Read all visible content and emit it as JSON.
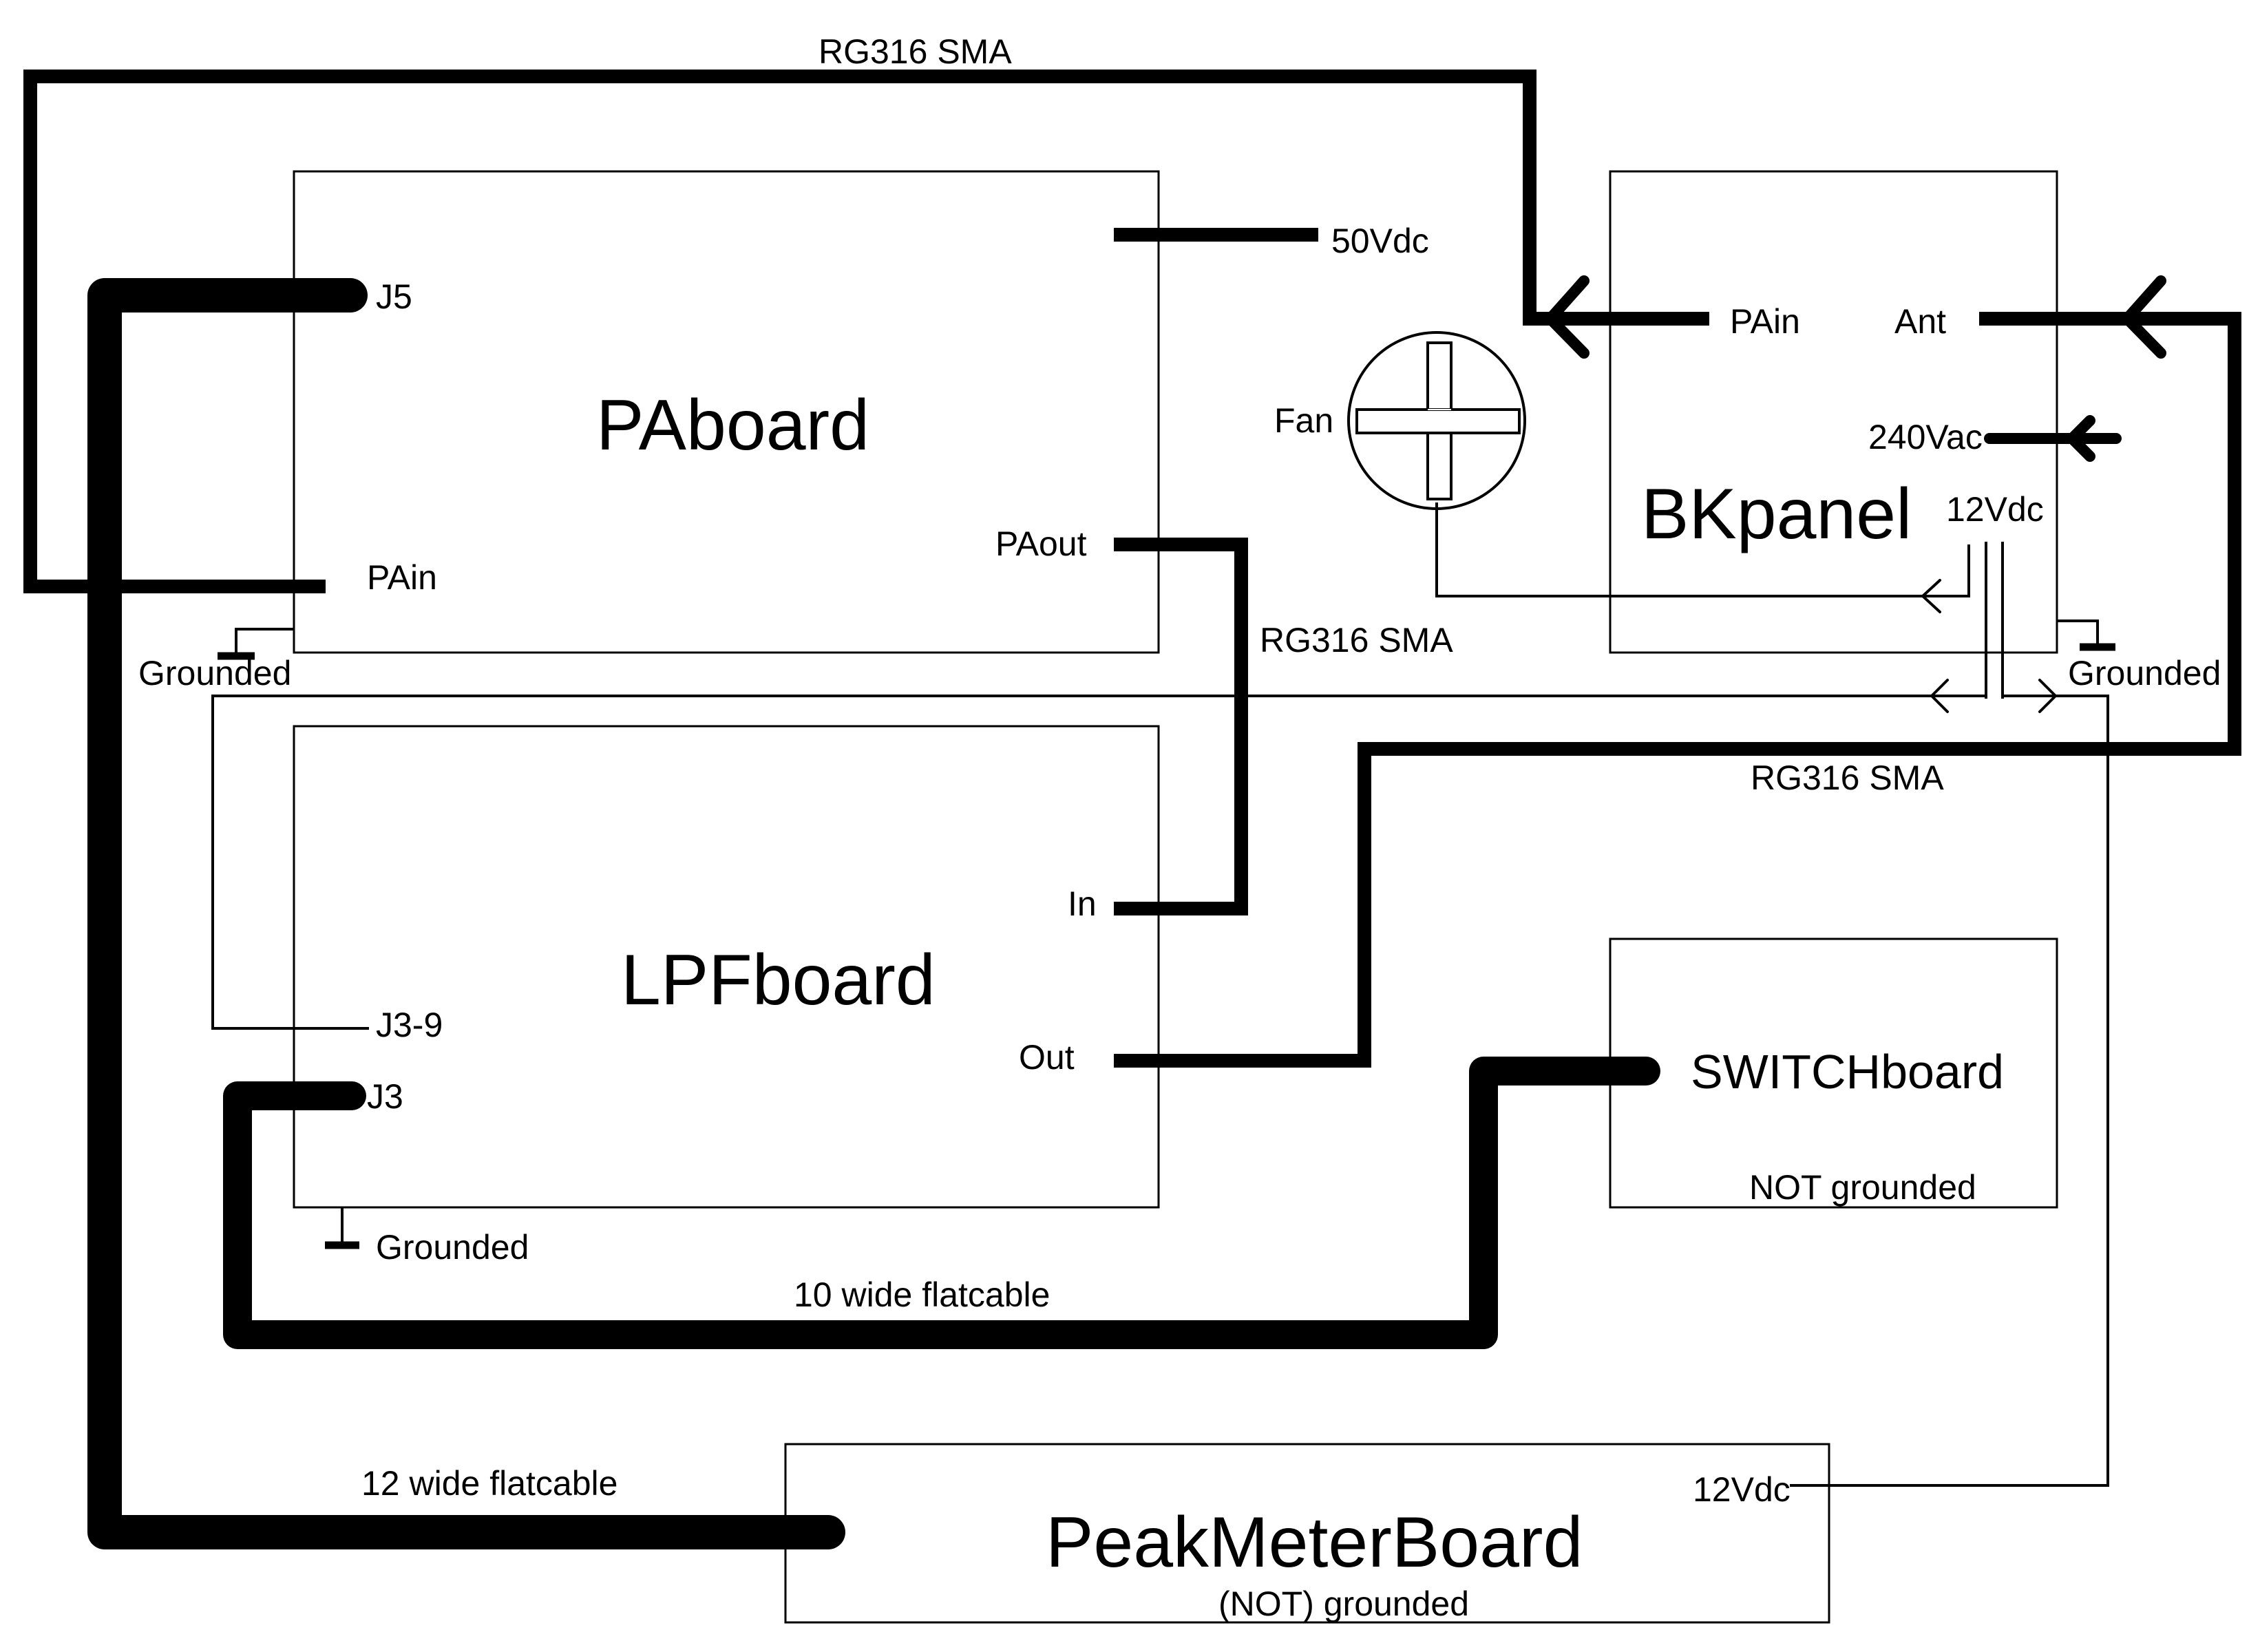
{
  "boards": {
    "paboard": {
      "title": "PAboard",
      "j5": "J5",
      "pain": "PAin",
      "paout": "PAout",
      "v50": "50Vdc",
      "grounded": "Grounded"
    },
    "lpfboard": {
      "title": "LPFboard",
      "in": "In",
      "out": "Out",
      "j39": "J3-9",
      "j3": "J3",
      "grounded": "Grounded"
    },
    "bkpanel": {
      "title": "BKpanel",
      "pain": "PAin",
      "ant": "Ant",
      "v240": "240Vac",
      "v12": "12Vdc",
      "grounded": "Grounded"
    },
    "switchboard": {
      "title": "SWITCHboard",
      "ground_note": "NOT grounded"
    },
    "peakmeter": {
      "title": "PeakMeterBoard",
      "v12": "12Vdc",
      "ground_note": "(NOT) grounded"
    }
  },
  "fan": {
    "label": "Fan"
  },
  "cables": {
    "rg316_top": "RG316 SMA",
    "rg316_mid": "RG316 SMA",
    "rg316_right": "RG316 SMA",
    "flat10": "10 wide flatcable",
    "flat12": "12 wide flatcable"
  }
}
